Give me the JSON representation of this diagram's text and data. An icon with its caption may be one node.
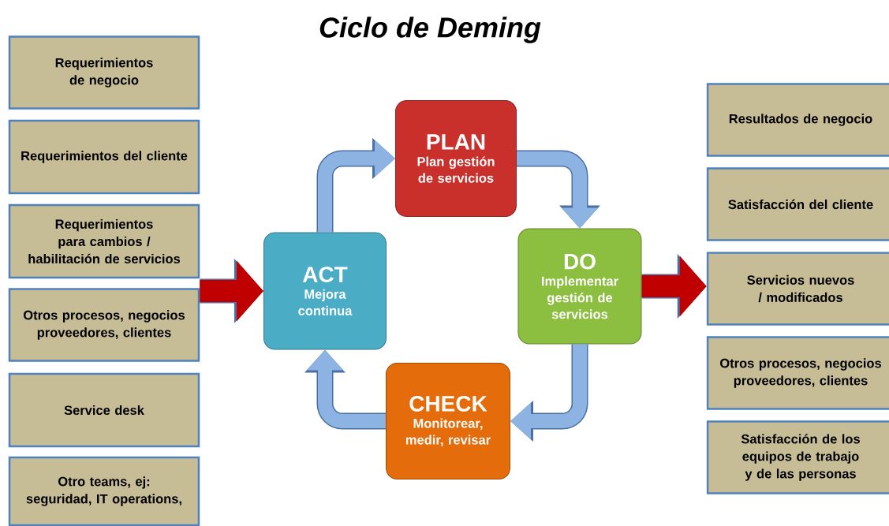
{
  "diagram": {
    "title": "Ciclo de Deming",
    "nodes": [
      {
        "text": [
          "Requerimientos de negocio"
        ]
      },
      {
        "text": [
          "Requerimientos del cliente"
        ]
      },
      {
        "text": [
          "Requerimientos para cambios / habilitación de servicios"
        ]
      },
      {
        "text": [
          "Otros procesos, negocios proveedores, clientes"
        ]
      },
      {
        "text": [
          "Service desk"
        ]
      },
      {
        "text": [
          "Otro teams, ej: seguridad, IT operations,"
        ]
      },
      {
        "text": [
          "ACT",
          "Mejora continua"
        ]
      },
      {
        "text": [
          "PLAN",
          "Plan gestión de servicios"
        ]
      },
      {
        "text": [
          "DO",
          "Implementar gestión de servicios"
        ]
      },
      {
        "text": [
          "CHECK",
          "Monitorear, medir, revisar"
        ]
      },
      {
        "text": [
          "Resultados de negocio"
        ]
      },
      {
        "text": [
          "Satisfacción del cliente"
        ]
      },
      {
        "text": [
          "Servicios nuevos / modificados"
        ]
      },
      {
        "text": [
          "Otros procesos, negocios proveedores, clientes"
        ]
      },
      {
        "text": [
          "Satisfacción de los equipos de trabajo y de las personas"
        ]
      }
    ],
    "edges": [
      {
        "from": 6,
        "to": 7,
        "arrow": "to"
      },
      {
        "from": 7,
        "to": 8,
        "arrow": "to"
      },
      {
        "from": 8,
        "to": 9,
        "arrow": "to"
      },
      {
        "from": 9,
        "to": 6,
        "arrow": "to"
      },
      {
        "from": 3,
        "to": 6,
        "arrow": "to",
        "color": "#c00000"
      },
      {
        "from": 8,
        "to": 12,
        "arrow": "to",
        "color": "#c00000"
      }
    ]
  }
}
